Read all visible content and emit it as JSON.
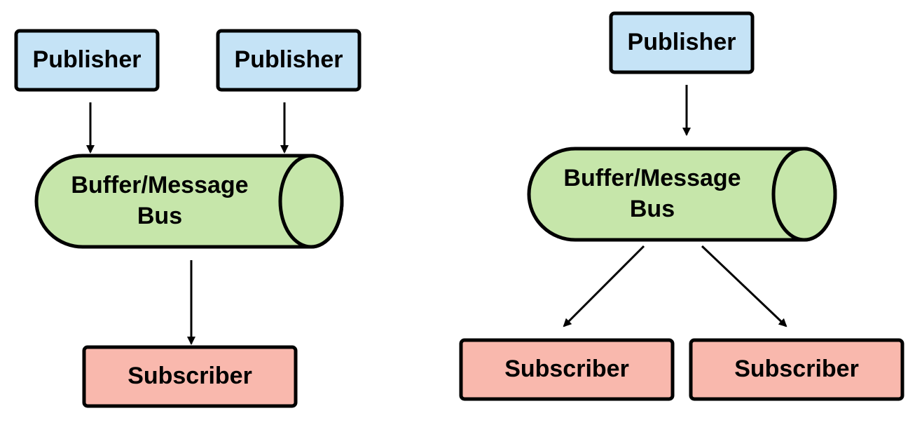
{
  "colors": {
    "publisher_fill": "#c5e3f6",
    "bus_fill": "#c6e6aa",
    "subscriber_fill": "#f9b8ad",
    "stroke": "#000000",
    "background": "#ffffff"
  },
  "left_diagram": {
    "publishers": [
      {
        "label": "Publisher"
      },
      {
        "label": "Publisher"
      }
    ],
    "bus": {
      "line1": "Buffer/Message",
      "line2": "Bus"
    },
    "subscribers": [
      {
        "label": "Subscriber"
      }
    ]
  },
  "right_diagram": {
    "publishers": [
      {
        "label": "Publisher"
      }
    ],
    "bus": {
      "line1": "Buffer/Message",
      "line2": "Bus"
    },
    "subscribers": [
      {
        "label": "Subscriber"
      },
      {
        "label": "Subscriber"
      }
    ]
  }
}
